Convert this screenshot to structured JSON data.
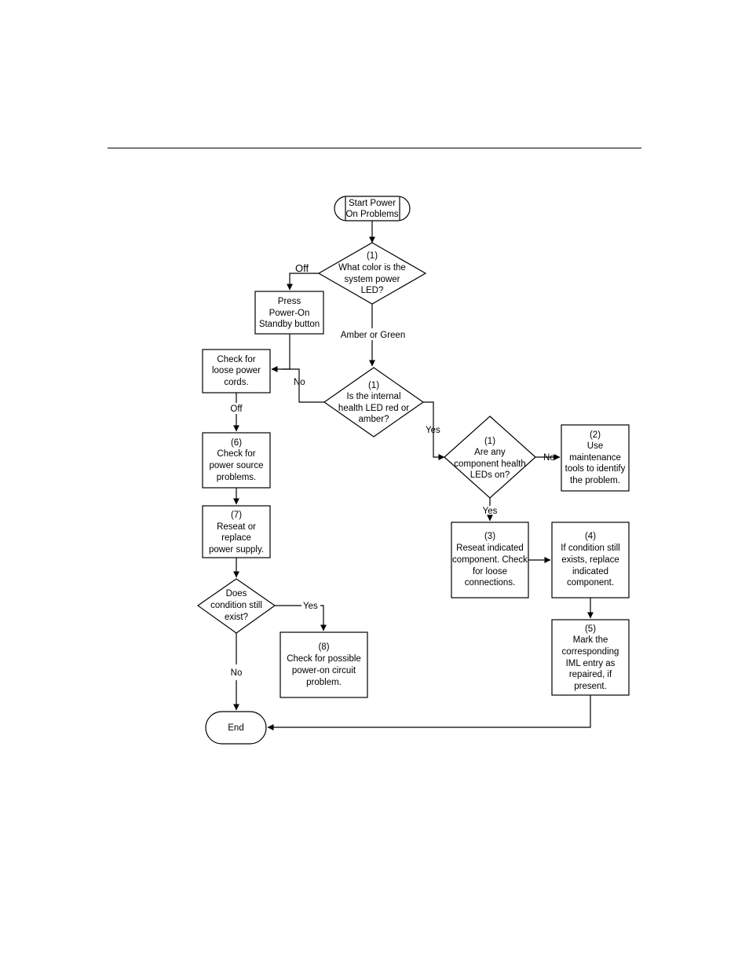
{
  "nodes": {
    "start": [
      "Start Power",
      "On Problems"
    ],
    "q_led_color": [
      "(1)",
      "What color is the",
      "system power",
      "LED?"
    ],
    "press_button": [
      "Press",
      "Power-On",
      "Standby button"
    ],
    "check_cords": [
      "Check for",
      "loose power",
      "cords."
    ],
    "q_internal_led": [
      "(1)",
      "Is the internal",
      "health LED red or",
      "amber?"
    ],
    "q_component_leds": [
      "(1)",
      "Are any",
      "component health",
      "LEDs on?"
    ],
    "maintenance_tools": [
      "(2)",
      "Use",
      "maintenance",
      "tools to identify",
      "the problem."
    ],
    "check_power_source": [
      "(6)",
      "Check for",
      "power source",
      "problems."
    ],
    "reseat_component": [
      "(3)",
      "Reseat indicated",
      "component. Check",
      "for loose",
      "connections."
    ],
    "replace_component": [
      "(4)",
      "If condition still",
      "exists, replace",
      "indicated",
      "component."
    ],
    "reseat_power_supply": [
      "(7)",
      "Reseat or",
      "replace",
      "power supply."
    ],
    "q_condition_exists": [
      "Does",
      "condition still",
      "exist?"
    ],
    "check_circuit": [
      "(8)",
      "Check for possible",
      "power-on circuit",
      "problem."
    ],
    "mark_iml": [
      "(5)",
      "Mark the",
      "corresponding",
      "IML entry as",
      "repaired, if",
      "present."
    ],
    "end": [
      "End"
    ]
  },
  "edge_labels": {
    "off_top": "Off",
    "amber_or_green": "Amber or Green",
    "no_internal": "No",
    "off_cords": "Off",
    "yes_internal": "Yes",
    "no_component": "No",
    "yes_component": "Yes",
    "yes_condition": "Yes",
    "no_condition": "No"
  }
}
